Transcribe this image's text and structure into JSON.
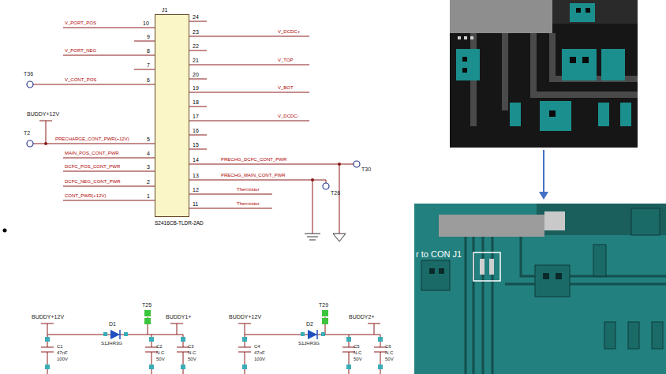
{
  "diagram": {
    "nodes": [
      {
        "text": [
          "J1",
          "S2416CB-TLDR-2AD"
        ]
      }
    ],
    "labels": [
      "10",
      "V_PORT_POS",
      "9",
      "8",
      "V_PORT_NEG",
      "7",
      "6",
      "T36",
      "V_CONT_POS",
      "BUDDY+12V",
      "T2",
      "5",
      "PRECHARGE_CONT_PWR(+12V)",
      "4",
      "MAIN_POS_CONT_PWR",
      "3",
      "DCFC_POS_CONT_PWR",
      "2",
      "DCFC_NEG_CONT_PWR",
      "1",
      "CONT_PWR(+12V)",
      "24",
      "23",
      "V_DCDC+",
      "22",
      "21",
      "V_TOP",
      "20",
      "19",
      "V_BOT",
      "18",
      "17",
      "V_DCDC-",
      "16",
      "15",
      "14",
      "PRECHG_DCFC_CONT_PWR",
      "T30",
      "13",
      "PRECHG_MAIN_CONT_PWR",
      "T26",
      "12",
      "Thermistor",
      "11",
      "Thermistor",
      "BUDDY+12V",
      "D1",
      "S1JHR3G",
      "T25",
      "BUDDY1+",
      "C1",
      "47nF",
      "100V",
      "C2",
      "N.C",
      "50V",
      "C3",
      "N.C",
      "50V",
      "BUDDY+12V",
      "D2",
      "S1JHR3G",
      "T29",
      "BUDDY2+",
      "C4",
      "47nF",
      "100V",
      "C5",
      "N.C",
      "50V",
      "C6",
      "N.C",
      "50V",
      "r to CON J1"
    ]
  }
}
